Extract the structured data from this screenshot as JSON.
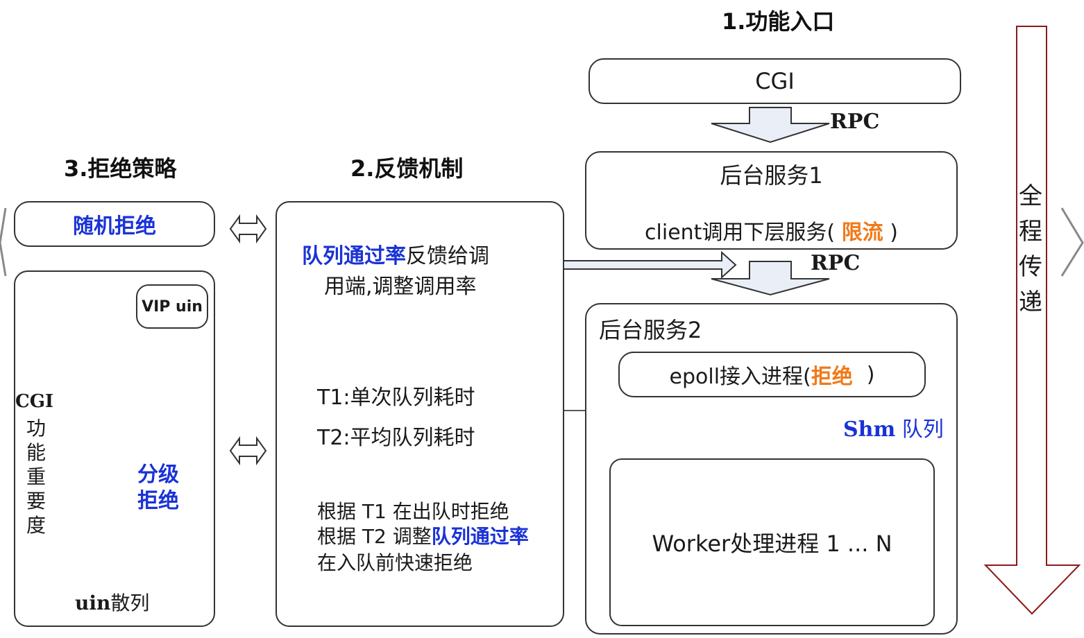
{
  "headings": {
    "entry": "1.功能入口",
    "feedback": "2.反馈机制",
    "reject": "3.拒绝策略"
  },
  "column1": {
    "cgi_label": "CGI",
    "rpc1": "RPC",
    "service1_title": "后台服务1",
    "service1_line_prefix": "client调用下层服务(",
    "service1_line_highlight": "限流",
    "service1_line_suffix": ")",
    "rpc2": "RPC",
    "service2_title": "后台服务2",
    "epoll_prefix": "epoll接入进程(",
    "epoll_highlight": "拒绝",
    "epoll_suffix": ")",
    "shm_prefix": "Shm",
    "shm_suffix": "队列",
    "worker_label": "Worker处理进程 1 ... N"
  },
  "column2": {
    "line1_highlight": "队列通过率",
    "line1_rest": "反馈给调",
    "line2": "用端,调整调用率",
    "t1": "T1:单次队列耗时",
    "t2": "T2:平均队列耗时",
    "rule1": "根据 T1 在出队时拒绝",
    "rule2_prefix": "根据 T2 调整",
    "rule2_highlight": "队列通过率",
    "rule3": "在入队前快速拒绝"
  },
  "column3": {
    "random_reject": "随机拒绝",
    "vip_label": "VIP uin",
    "axis_y_cgi": "CGI",
    "axis_y_chars": [
      "功",
      "能",
      "重",
      "要",
      "度"
    ],
    "axis_x_prefix": "uin",
    "axis_x_suffix": "散列",
    "graded_1": "分级",
    "graded_2": "拒绝"
  },
  "side": {
    "chars": [
      "全",
      "程",
      "传",
      "递"
    ]
  },
  "colors": {
    "blue": "#1a32d6",
    "orange": "#f07a1a",
    "arrow_red": "#8b1a1a",
    "arrow_fill": "#e9eef7"
  }
}
